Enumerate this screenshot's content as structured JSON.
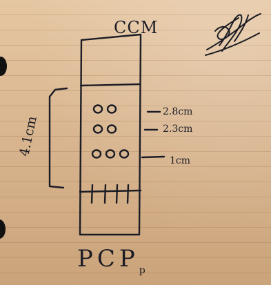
{
  "diagram": {
    "title": "CCM",
    "bottom_label": "PCP",
    "bottom_subscript": "p",
    "side_measurement": "4.1cm",
    "spot_rows": [
      {
        "spots": 2,
        "label": "2.8cm"
      },
      {
        "spots": 2,
        "label": "2.3cm"
      },
      {
        "spots": 3,
        "label": "1cm"
      }
    ],
    "has_signature": true,
    "ink_color": "#1b1c24"
  }
}
